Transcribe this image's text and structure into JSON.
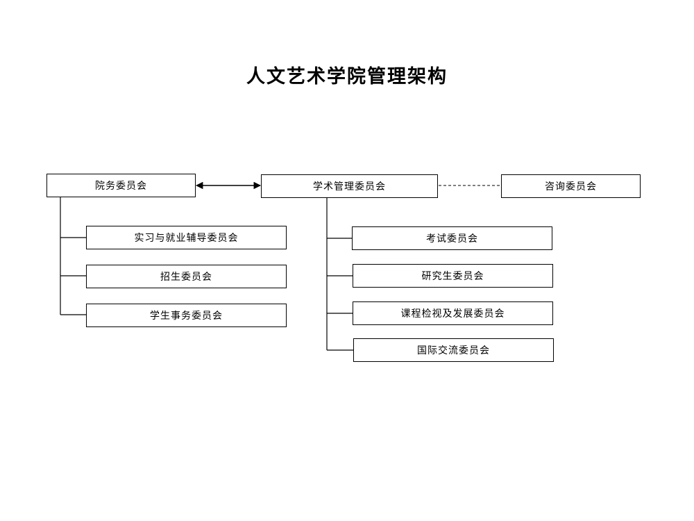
{
  "title": "人文艺术学院管理架构",
  "nodes": {
    "college_affairs": "院务委员会",
    "academic_management": "学术管理委员会",
    "advisory": "咨询委员会",
    "internship_employment": "实习与就业辅导委员会",
    "admissions": "招生委员会",
    "student_affairs": "学生事务委员会",
    "examination": "考试委员会",
    "postgraduate": "研究生委员会",
    "curriculum_review": "课程检视及发展委员会",
    "international_exchange": "国际交流委员会"
  }
}
